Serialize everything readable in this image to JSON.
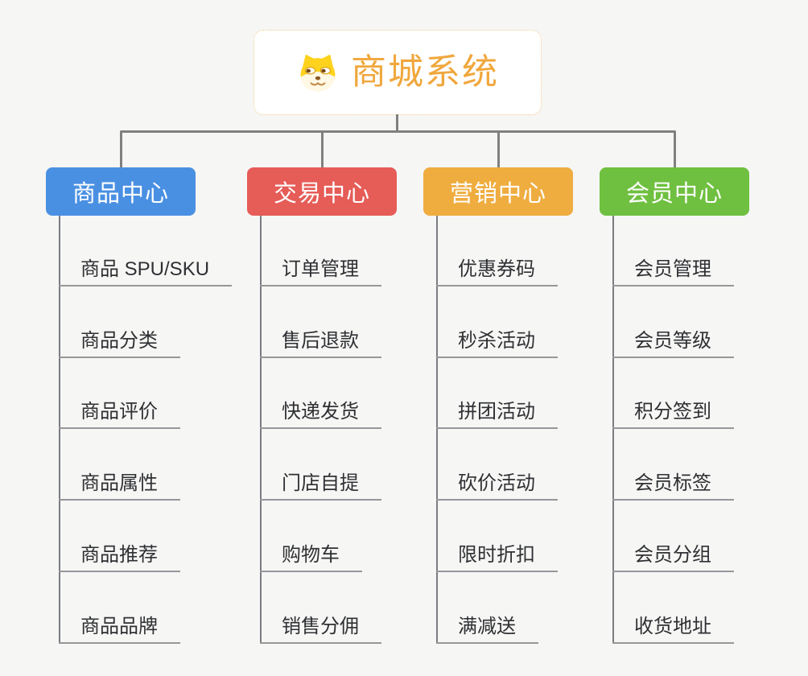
{
  "root": {
    "label": "商城系统",
    "icon": "shiba-dog-icon",
    "text_color": "#F0A73C",
    "border_color": "#F0C98C",
    "background": "#FFFFFF"
  },
  "canvas": {
    "background": "#F6F6F5",
    "connector_color": "#808080",
    "trunk_color": "#797C80",
    "underline_color": "#97979A",
    "item_text_color": "#2F3033"
  },
  "branches": [
    {
      "label": "商品中心",
      "color": "#4A90E2",
      "items": [
        "商品 SPU/SKU",
        "商品分类",
        "商品评价",
        "商品属性",
        "商品推荐",
        "商品品牌"
      ]
    },
    {
      "label": "交易中心",
      "color": "#E65C57",
      "items": [
        "订单管理",
        "售后退款",
        "快递发货",
        "门店自提",
        "购物车",
        "销售分佣"
      ]
    },
    {
      "label": "营销中心",
      "color": "#EFAD40",
      "items": [
        "优惠券码",
        "秒杀活动",
        "拼团活动",
        "砍价活动",
        "限时折扣",
        "满减送"
      ]
    },
    {
      "label": "会员中心",
      "color": "#6FC040",
      "items": [
        "会员管理",
        "会员等级",
        "积分签到",
        "会员标签",
        "会员分组",
        "收货地址"
      ]
    }
  ]
}
